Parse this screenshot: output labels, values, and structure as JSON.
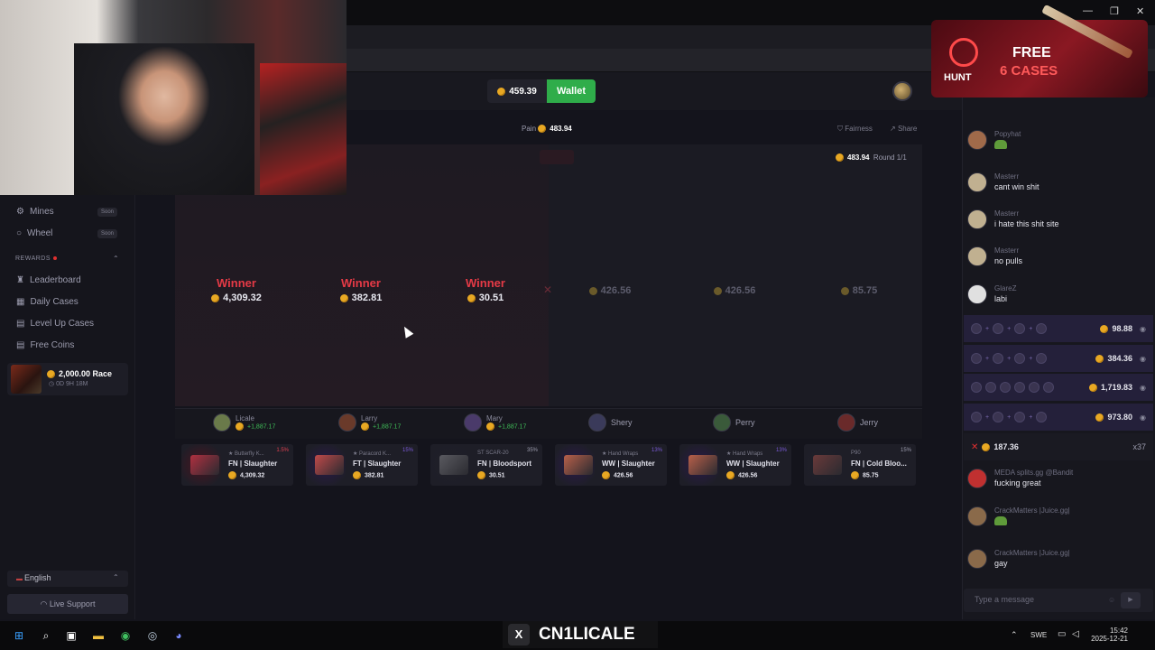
{
  "header": {
    "balance": "459.39",
    "wallet_label": "Wallet"
  },
  "sidebar": {
    "items": [
      {
        "label": "Mines",
        "badge": "Soon",
        "icon": "bomb-icon"
      },
      {
        "label": "Wheel",
        "badge": "Soon",
        "icon": "wheel-icon"
      }
    ],
    "rewards_title": "REWARDS",
    "rewards": [
      {
        "label": "Leaderboard",
        "icon": "trophy-icon"
      },
      {
        "label": "Daily Cases",
        "icon": "calendar-icon"
      },
      {
        "label": "Level Up Cases",
        "icon": "level-icon"
      },
      {
        "label": "Free Coins",
        "icon": "coins-icon"
      }
    ],
    "race_amount": "2,000.00 Race",
    "race_time": "0D 9H 18M",
    "language": "English",
    "support": "Live Support"
  },
  "battle": {
    "creator_name": "Pain",
    "creator_value": "483.94",
    "fairness": "Fairness",
    "share": "Share",
    "total": "483.94",
    "round": "Round 1/1",
    "winner_label": "Winner",
    "slots": [
      {
        "winner": true,
        "value": "4,309.32"
      },
      {
        "winner": true,
        "value": "382.81"
      },
      {
        "winner": true,
        "value": "30.51"
      },
      {
        "winner": false,
        "value": "426.56"
      },
      {
        "winner": false,
        "value": "426.56"
      },
      {
        "winner": false,
        "value": "85.75"
      }
    ],
    "players": [
      {
        "name": "Licale",
        "win": "+1,887.17",
        "color": "#6a7a4a"
      },
      {
        "name": "Larry",
        "win": "+1,887.17",
        "color": "#6a3a2a"
      },
      {
        "name": "Mary",
        "win": "+1,887.17",
        "color": "#4a3a6a"
      },
      {
        "name": "Shery",
        "win": "",
        "color": "#3a3a5a"
      },
      {
        "name": "Perry",
        "win": "",
        "color": "#3a5a3a"
      },
      {
        "name": "Jerry",
        "win": "",
        "color": "#6a2a2a"
      }
    ],
    "items": [
      {
        "sub": "★ Butterfly K...",
        "name": "FN | Slaughter",
        "price": "4,309.32",
        "pct": "1.5%",
        "pct_color": "#e04050",
        "glow": "#4a1420",
        "img": "#b03040"
      },
      {
        "sub": "★ Paracord K...",
        "name": "FT | Slaughter",
        "price": "382.81",
        "pct": "15%",
        "pct_color": "#7a5ad8",
        "glow": "#2a1a4a",
        "img": "#c04a4a"
      },
      {
        "sub": "ST SCAR-20",
        "name": "FN | Bloodsport",
        "price": "30.51",
        "pct": "35%",
        "pct_color": "#9c9cae",
        "glow": "#20202a",
        "img": "#5a5a60"
      },
      {
        "sub": "★ Hand Wraps",
        "name": "WW | Slaughter",
        "price": "426.56",
        "pct": "13%",
        "pct_color": "#7a5ad8",
        "glow": "#2a1a4a",
        "img": "#b8604a"
      },
      {
        "sub": "★ Hand Wraps",
        "name": "WW | Slaughter",
        "price": "426.56",
        "pct": "13%",
        "pct_color": "#7a5ad8",
        "glow": "#2a1a4a",
        "img": "#b8604a"
      },
      {
        "sub": "P90",
        "name": "FN | Cold Bloo...",
        "price": "85.75",
        "pct": "15%",
        "pct_color": "#9c9cae",
        "glow": "#20202a",
        "img": "#6a3a3a"
      }
    ]
  },
  "chat": {
    "messages": [
      {
        "user": "Popyhat",
        "text": "",
        "emote": true,
        "av": "#a06a4a"
      },
      {
        "user": "Masterr",
        "text": "cant win shit",
        "emote": false,
        "av": "#c0b090"
      },
      {
        "user": "Masterr",
        "text": "i hate this shit site",
        "emote": false,
        "av": "#c0b090"
      },
      {
        "user": "Masterr",
        "text": "no pulls",
        "emote": false,
        "av": "#c0b090"
      },
      {
        "user": "GlareZ",
        "text": "labi",
        "emote": false,
        "av": "#e0e0e0"
      }
    ],
    "battles": [
      {
        "value": "98.88",
        "prefix": ""
      },
      {
        "value": "384.36",
        "prefix": ""
      },
      {
        "value": "1,719.83",
        "prefix": ""
      },
      {
        "value": "973.80",
        "prefix": ""
      },
      {
        "value": "187.36",
        "prefix": "x37"
      }
    ],
    "messages2": [
      {
        "user": "MEDA splits.gg @Bandit",
        "text": "fucking great",
        "emote": false,
        "av": "#c03030"
      },
      {
        "user": "CrackMatters |Juice.gg|",
        "text": "",
        "emote": true,
        "av": "#8a6a4a"
      },
      {
        "user": "CrackMatters |Juice.gg|",
        "text": "gay",
        "emote": false,
        "av": "#8a6a4a"
      }
    ],
    "placeholder": "Type a message"
  },
  "promo": {
    "free": "FREE",
    "cases": "6 CASES",
    "brand": "HUNT"
  },
  "taskbar": {
    "stream_name": "CN1LICALE",
    "lang": "SWE",
    "time": "15:42",
    "date": "2025-12-21"
  }
}
